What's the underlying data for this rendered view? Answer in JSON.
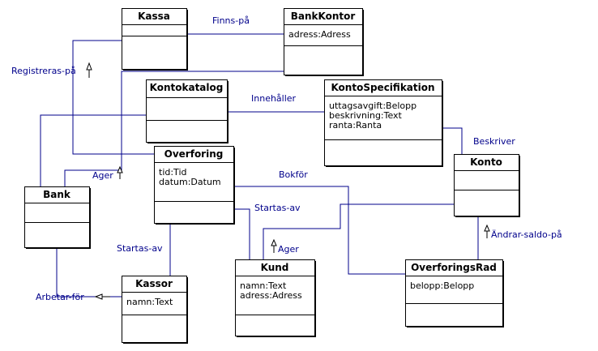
{
  "classes": {
    "kassa": {
      "name": "Kassa",
      "attributes": []
    },
    "bankkontor": {
      "name": "BankKontor",
      "attributes": [
        "adress:Adress"
      ]
    },
    "kontokatalog": {
      "name": "Kontokatalog",
      "attributes": []
    },
    "kontospecifikation": {
      "name": "KontoSpecifikation",
      "attributes": [
        "uttagsavgift:Belopp",
        "beskrivning:Text",
        "ranta:Ranta"
      ]
    },
    "overforing": {
      "name": "Overforing",
      "attributes": [
        "tid:Tid",
        "datum:Datum"
      ]
    },
    "konto": {
      "name": "Konto",
      "attributes": []
    },
    "bank": {
      "name": "Bank",
      "attributes": []
    },
    "kund": {
      "name": "Kund",
      "attributes": [
        "namn:Text",
        "adress:Adress"
      ]
    },
    "overforingsrad": {
      "name": "OverforingsRad",
      "attributes": [
        "belopp:Belopp"
      ]
    },
    "kassor": {
      "name": "Kassor",
      "attributes": [
        "namn:Text"
      ]
    }
  },
  "associations": {
    "finns_pa": "Finns-på",
    "registreras_pa": "Registreras-på",
    "innehaller": "Innehåller",
    "beskriver": "Beskriver",
    "ager_bank": "Ager",
    "bokfor": "Bokför",
    "startas_av_kund": "Startas-av",
    "startas_av_kassor": "Startas-av",
    "ager_kund": "Ager",
    "andrar_saldo_pa": "Ändrar-saldo-på",
    "arbetar_for": "Arbetar-för"
  },
  "colors": {
    "association": "#00008b",
    "class_border": "#000000",
    "class_fill": "#ffffff"
  }
}
